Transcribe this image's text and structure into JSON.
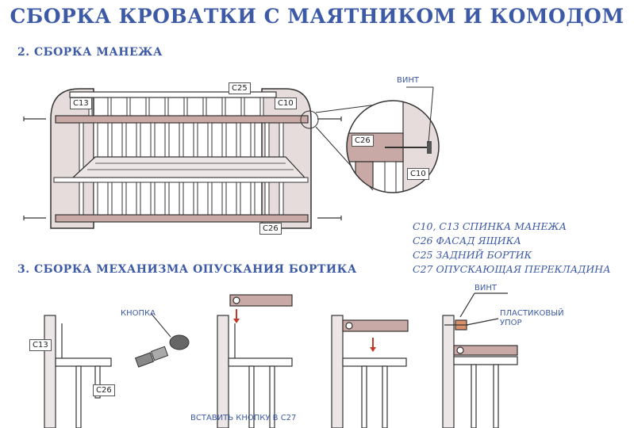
{
  "title": "СБОРКА КРОВАТКИ С МАЯТНИКОМ И КОМОДОМ",
  "section2": "2. СБОРКА МАНЕЖА",
  "section3": "3. СБОРКА МЕХАНИЗМА ОПУСКАНИЯ БОРТИКА",
  "parts": {
    "c13": "C13",
    "c10": "C10",
    "c25": "C25",
    "c26": "C26",
    "c27": "C27"
  },
  "labels": {
    "screw": "ВИНТ",
    "button": "КНОПКА",
    "plastic_stop_line1": "ПЛАСТИКОВЫЙ",
    "plastic_stop_line2": "УПОР",
    "insert_button": "ВСТАВИТЬ КНОПКУ В С27"
  },
  "legend": [
    "C10, C13 СПИНКА МАНЕЖА",
    "C26 ФАСАД ЯЩИКА",
    "C25 ЗАДНИЙ БОРТИК",
    "C27 ОПУСКАЮЩАЯ ПЕРЕКЛАДИНА"
  ],
  "colors": {
    "accent": "#3d5aa6",
    "wood": "#c9a9a6",
    "panel": "#e6dcdc",
    "outline": "#333333"
  }
}
